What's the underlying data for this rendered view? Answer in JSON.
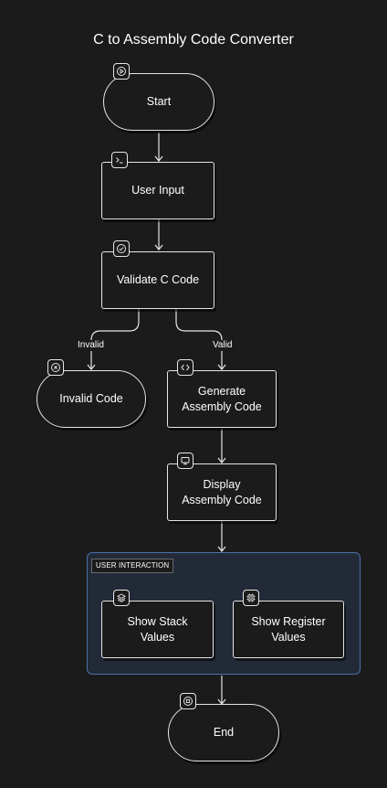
{
  "title": "C to Assembly Code Converter",
  "nodes": {
    "start": "Start",
    "user_input": "User Input",
    "validate": "Validate C Code",
    "invalid": "Invalid Code",
    "generate": "Generate\nAssembly Code",
    "display": "Display\nAssembly Code",
    "stack": "Show Stack\nValues",
    "register": "Show Register\nValues",
    "end": "End"
  },
  "group_label": "USER INTERACTION",
  "edge_labels": {
    "invalid": "Invalid",
    "valid": "Valid"
  },
  "icons": {
    "start": "play-icon",
    "user_input": "terminal-icon",
    "validate": "check-circle-icon",
    "invalid": "x-circle-icon",
    "generate": "code-brackets-icon",
    "display": "monitor-icon",
    "stack": "layers-icon",
    "register": "cpu-chip-icon",
    "end": "stop-circle-icon"
  },
  "colors": {
    "background": "#1b1b1c",
    "stroke": "#e6e6e6",
    "group_border": "#4a6fa8",
    "group_fill": "#222a38"
  }
}
